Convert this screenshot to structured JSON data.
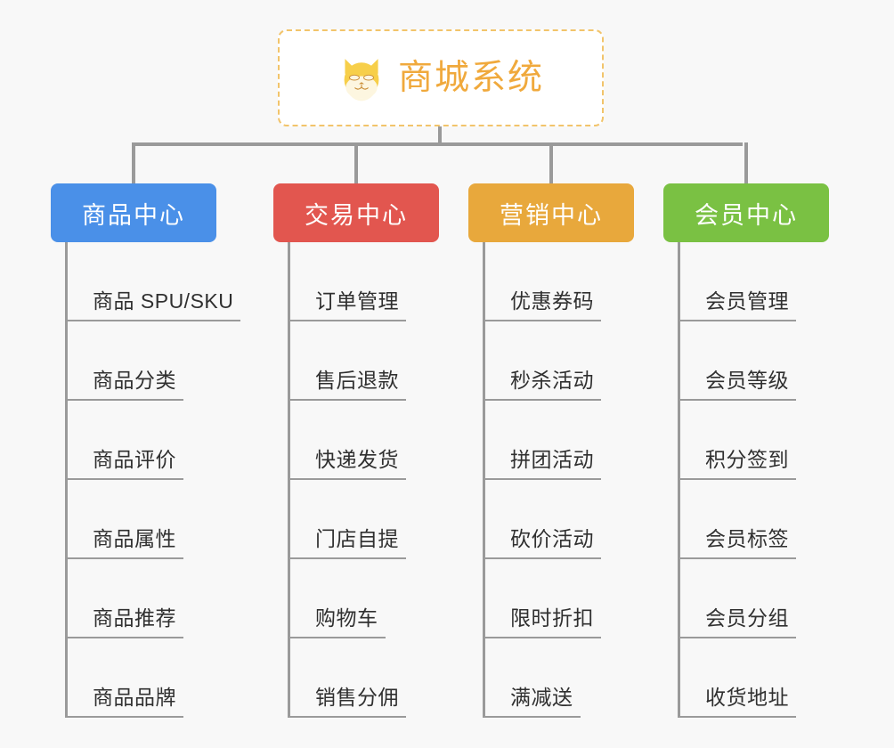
{
  "diagram": {
    "background_color": "#f8f8f8",
    "root": {
      "title": "商城系统",
      "icon": "shiba-dog-icon",
      "title_color": "#f0a93c",
      "border_color": "#f2c46b"
    },
    "connector_color": "#9a9a9a",
    "branches": [
      {
        "label": "商品中心",
        "color": "#4a90e8",
        "items": [
          "商品 SPU/SKU",
          "商品分类",
          "商品评价",
          "商品属性",
          "商品推荐",
          "商品品牌"
        ]
      },
      {
        "label": "交易中心",
        "color": "#e2564f",
        "items": [
          "订单管理",
          "售后退款",
          "快递发货",
          "门店自提",
          "购物车",
          "销售分佣"
        ]
      },
      {
        "label": "营销中心",
        "color": "#e8a83c",
        "items": [
          "优惠券码",
          "秒杀活动",
          "拼团活动",
          "砍价活动",
          "限时折扣",
          "满减送"
        ]
      },
      {
        "label": "会员中心",
        "color": "#7ac143",
        "items": [
          "会员管理",
          "会员等级",
          "积分签到",
          "会员标签",
          "会员分组",
          "收货地址"
        ]
      }
    ]
  }
}
